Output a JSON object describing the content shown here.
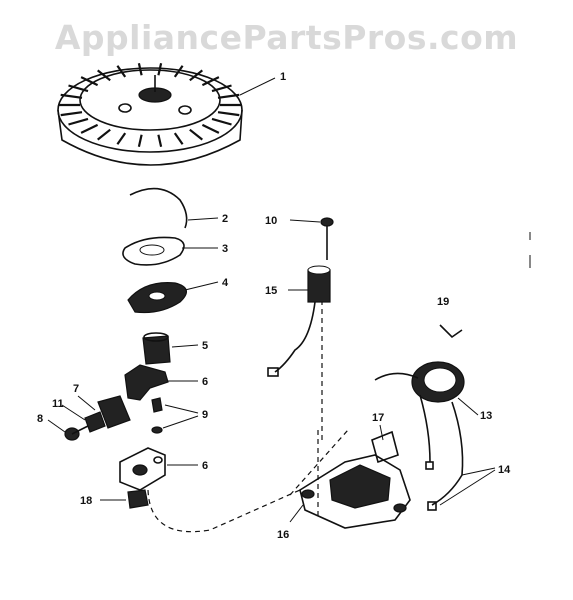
{
  "watermark": "AppliancePartsPros.com",
  "callouts": [
    "1",
    "2",
    "3",
    "4",
    "5",
    "6",
    "7",
    "8",
    "9",
    "10",
    "11",
    "13",
    "14",
    "15",
    "16",
    "17",
    "18",
    "19"
  ],
  "diagram_labels": {
    "l1": "1",
    "l2": "2",
    "l3": "3",
    "l4": "4",
    "l5": "5",
    "l6a": "6",
    "l6b": "6",
    "l7": "7",
    "l8": "8",
    "l9": "9",
    "l10": "10",
    "l11": "11",
    "l13": "13",
    "l14": "14",
    "l15": "15",
    "l16": "16",
    "l17": "17",
    "l18": "18",
    "l19": "19"
  }
}
